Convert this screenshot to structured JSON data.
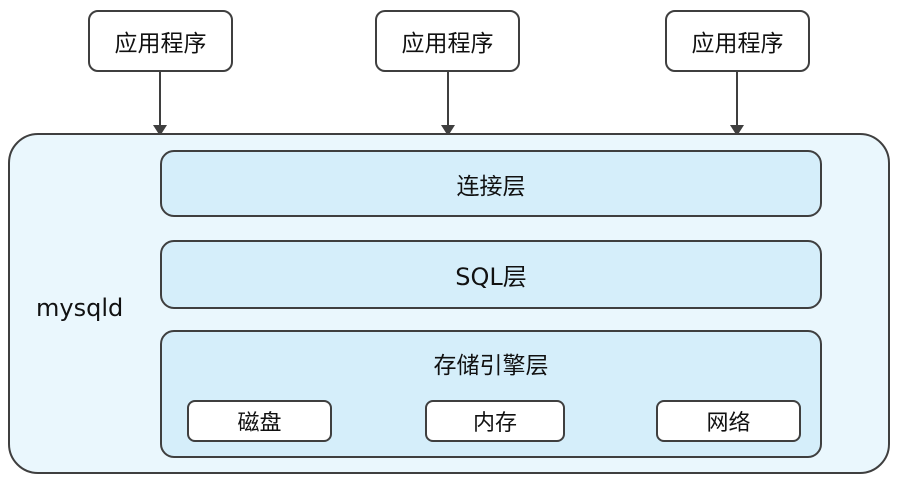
{
  "diagram": {
    "title_hint": "MySQL server architecture diagram",
    "apps": [
      {
        "label": "应用程序"
      },
      {
        "label": "应用程序"
      },
      {
        "label": "应用程序"
      }
    ],
    "container": {
      "label": "mysqld"
    },
    "layers": [
      {
        "label": "连接层"
      },
      {
        "label": "SQL层"
      },
      {
        "label": "存储引擎层",
        "children": [
          {
            "label": "磁盘"
          },
          {
            "label": "内存"
          },
          {
            "label": "网络"
          }
        ]
      }
    ],
    "colors": {
      "layer_fill": "#d5eefa",
      "container_fill": "#eaf7fd",
      "border": "#3f3f3f",
      "box_fill": "#ffffff"
    }
  }
}
